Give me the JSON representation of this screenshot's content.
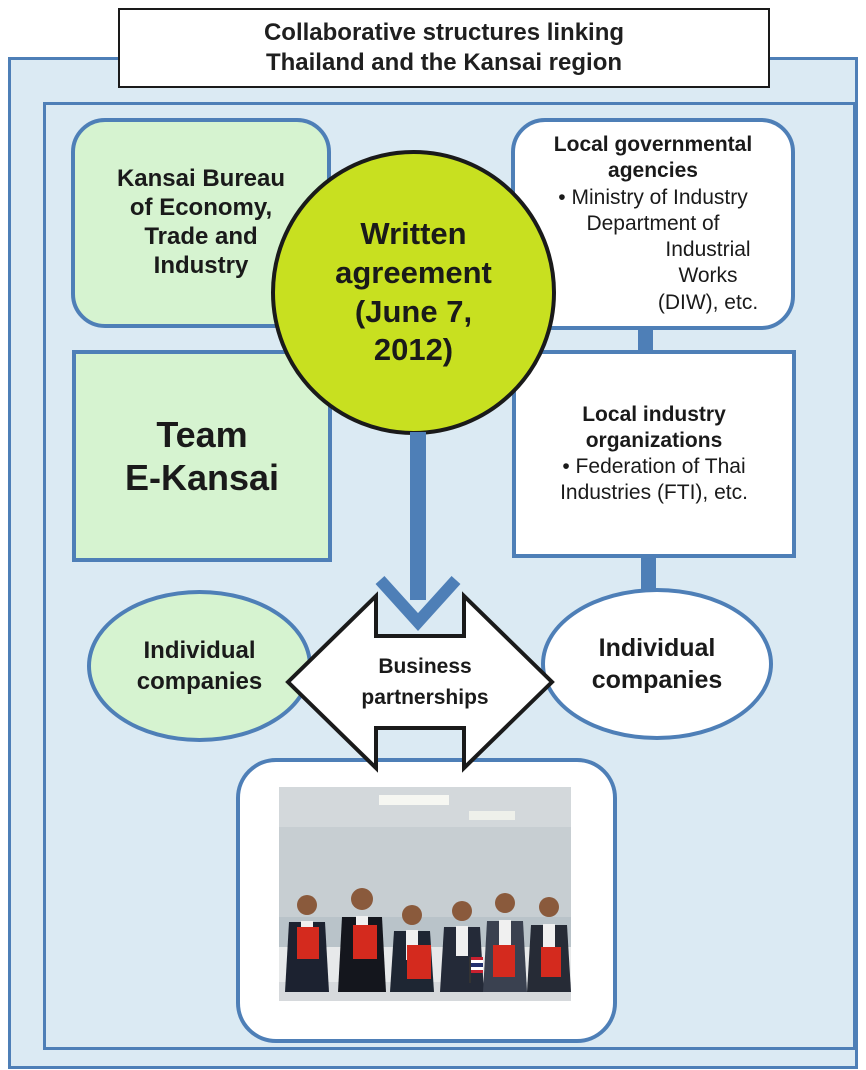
{
  "title": {
    "line1": "Collaborative structures linking",
    "line2": "Thailand and the Kansai region"
  },
  "kansai_bureau": {
    "lines": [
      "Kansai Bureau",
      "of Economy,",
      "Trade and",
      "Industry"
    ]
  },
  "team": {
    "lines": [
      "Team",
      "E-Kansai"
    ]
  },
  "agreement": {
    "lines": [
      "Written",
      "agreement",
      "(June 7,",
      "2012)"
    ]
  },
  "gov_agencies": {
    "heading_lines": [
      "Local governmental",
      "agencies"
    ],
    "body_lines": [
      "• Ministry of Industry",
      "Department of",
      "Industrial Works",
      "(DIW), etc."
    ]
  },
  "industry_orgs": {
    "heading_lines": [
      "Local industry",
      "organizations"
    ],
    "body_lines": [
      "• Federation of Thai",
      "Industries (FTI), etc."
    ]
  },
  "left_companies": {
    "lines": [
      "Individual",
      "companies"
    ]
  },
  "right_companies": {
    "lines": [
      "Individual",
      "companies"
    ]
  },
  "partnership": {
    "lines": [
      "Business",
      "partnerships"
    ]
  },
  "colors": {
    "border_blue": "#4e7fb7",
    "panel_fill": "#dbeaf3",
    "green_fill": "#d6f3d0",
    "circle_fill": "#c8e020",
    "photo_document_red": "#d42a1e"
  }
}
